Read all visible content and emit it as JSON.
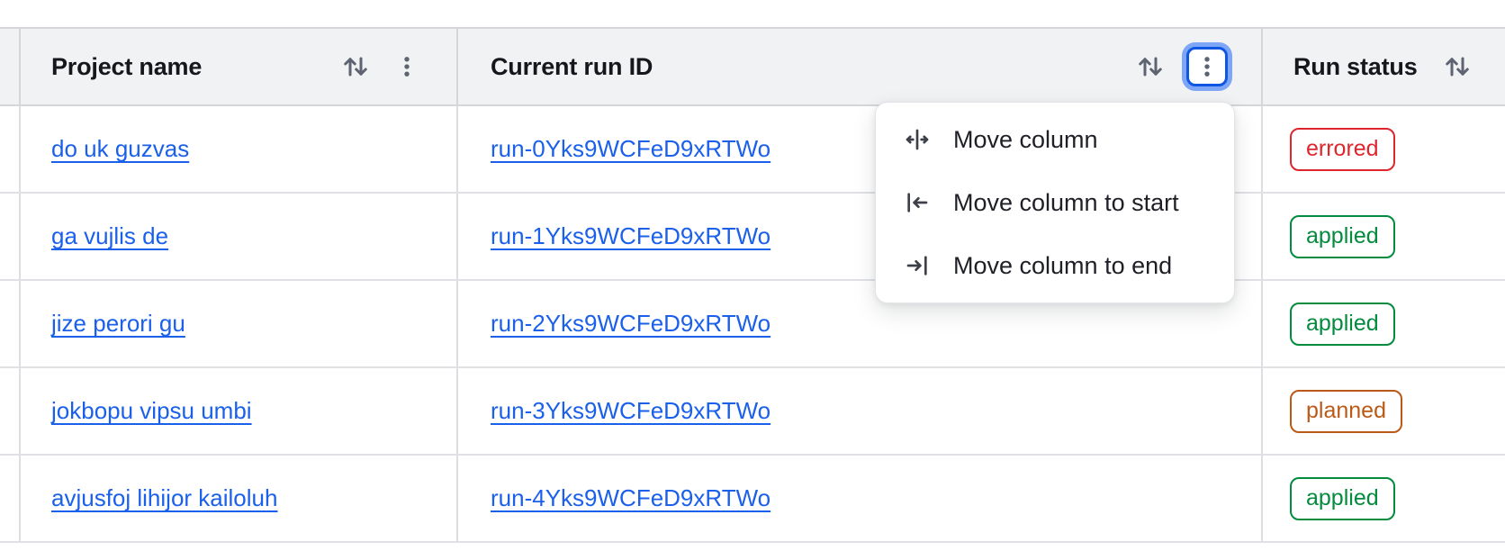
{
  "table": {
    "columns": [
      {
        "key": "project",
        "label": "Project name",
        "sortable": true,
        "has_menu": true,
        "menu_open": false
      },
      {
        "key": "run_id",
        "label": "Current run ID",
        "sortable": true,
        "has_menu": true,
        "menu_open": true
      },
      {
        "key": "status",
        "label": "Run status",
        "sortable": true,
        "has_menu": false,
        "menu_open": false
      }
    ],
    "rows": [
      {
        "project": "do uk guzvas",
        "run_id": "run-0Yks9WCFeD9xRTWo",
        "status": "errored"
      },
      {
        "project": "ga vujlis de",
        "run_id": "run-1Yks9WCFeD9xRTWo",
        "status": "applied"
      },
      {
        "project": "jize perori gu",
        "run_id": "run-2Yks9WCFeD9xRTWo",
        "status": "applied"
      },
      {
        "project": "jokbopu vipsu umbi",
        "run_id": "run-3Yks9WCFeD9xRTWo",
        "status": "planned"
      },
      {
        "project": "avjusfoj lihijor kailoluh",
        "run_id": "run-4Yks9WCFeD9xRTWo",
        "status": "applied"
      }
    ]
  },
  "column_menu": {
    "items": [
      {
        "label": "Move column",
        "icon": "move-column-icon"
      },
      {
        "label": "Move column to start",
        "icon": "move-column-start-icon"
      },
      {
        "label": "Move column to end",
        "icon": "move-column-end-icon"
      }
    ]
  },
  "status_colors": {
    "errored": "#e0262d",
    "applied": "#038b3e",
    "planned": "#bb5a17"
  },
  "colors": {
    "link": "#1b60ea",
    "header_bg": "#f1f2f4",
    "header_text": "#15171c",
    "menu_text": "#1e2026",
    "icon_gray": "#5d6370",
    "focus_border": "#0f56e3",
    "focus_ring": "#7ea6f6"
  },
  "icons": {
    "sort": "sort-icon",
    "kebab": "kebab-menu-icon"
  }
}
